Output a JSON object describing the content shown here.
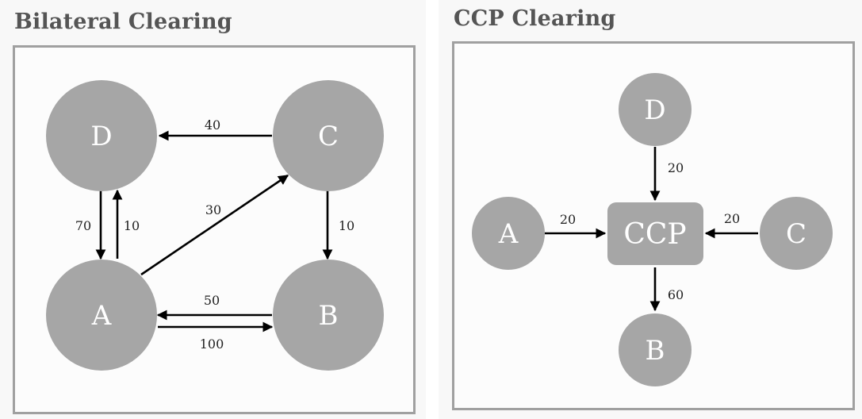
{
  "panels": [
    {
      "title": "Bilateral Clearing",
      "nodes": [
        "D",
        "C",
        "A",
        "B"
      ],
      "edges": [
        {
          "from": "C",
          "to": "D",
          "label": "40"
        },
        {
          "from": "D",
          "to": "A",
          "label": "70"
        },
        {
          "from": "A",
          "to": "D",
          "label": "10"
        },
        {
          "from": "A",
          "to": "C",
          "label": "30"
        },
        {
          "from": "C",
          "to": "B",
          "label": "10"
        },
        {
          "from": "B",
          "to": "A",
          "label": "50"
        },
        {
          "from": "A",
          "to": "B",
          "label": "100"
        }
      ]
    },
    {
      "title": "CCP Clearing",
      "nodes": [
        "D",
        "A",
        "CCP",
        "C",
        "B"
      ],
      "edges": [
        {
          "from": "D",
          "to": "CCP",
          "label": "20"
        },
        {
          "from": "A",
          "to": "CCP",
          "label": "20"
        },
        {
          "from": "C",
          "to": "CCP",
          "label": "20"
        },
        {
          "from": "CCP",
          "to": "B",
          "label": "60"
        }
      ]
    }
  ],
  "colors": {
    "node_fill": "#a6a6a6",
    "node_text": "#ffffff",
    "frame_border": "#a0a0a0",
    "title_text": "#555555",
    "arrow": "#000000"
  }
}
